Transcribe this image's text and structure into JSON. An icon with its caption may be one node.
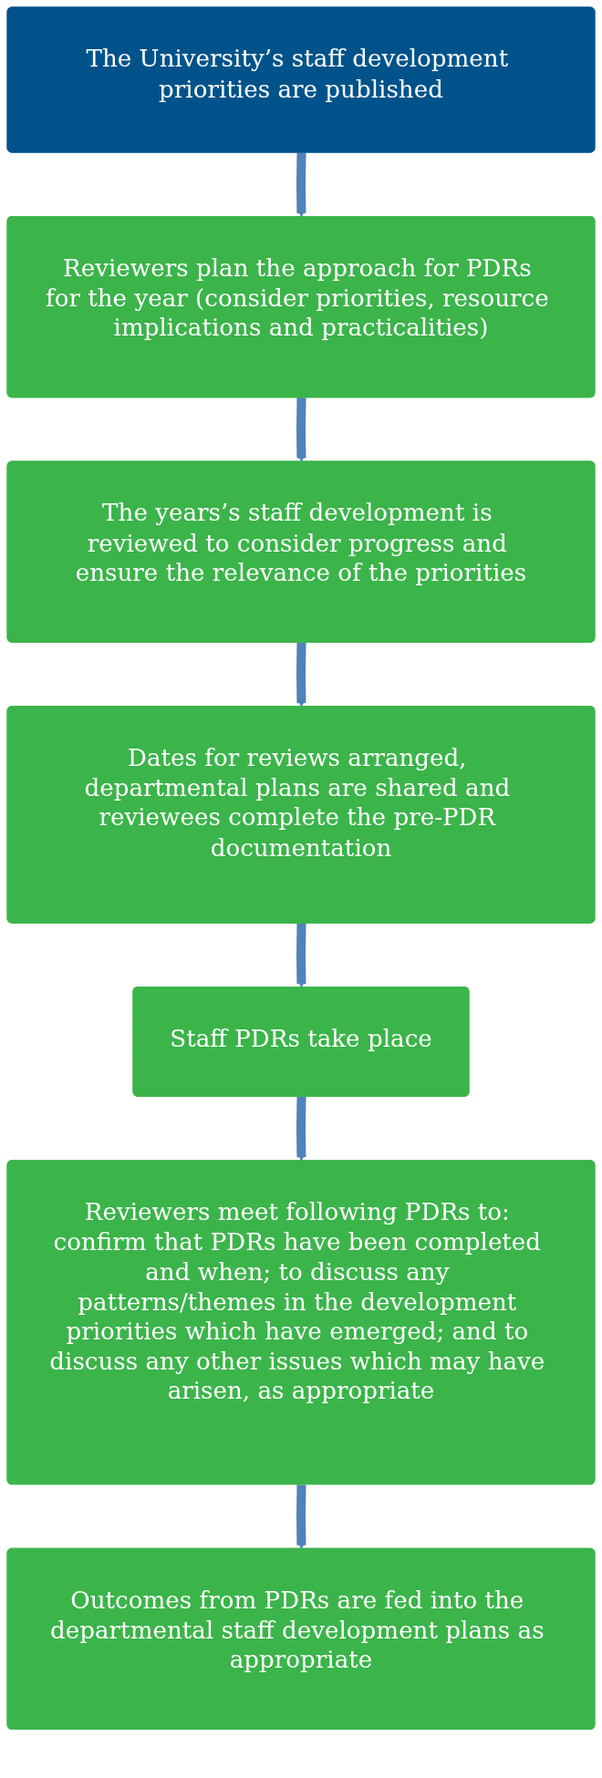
{
  "diagram": {
    "nodes": [
      {
        "text": [
          "The University’s staff development priorities are published"
        ]
      },
      {
        "text": [
          "Reviewers plan the approach for PDRs for the year (consider priorities, resource implications and practicalities)"
        ]
      },
      {
        "text": [
          "The years’s staff development is reviewed to consider progress and ensure the relevance of the priorities"
        ]
      },
      {
        "text": [
          "Dates for reviews arranged, departmental plans are shared and reviewees complete the pre-PDR documentation"
        ]
      },
      {
        "text": [
          "Staff PDRs take place"
        ]
      },
      {
        "text": [
          "Reviewers meet following PDRs to: confirm that PDRs have been completed and when; to discuss any patterns/themes in the development priorities which have emerged; and to discuss any other issues which may have arisen, as appropriate"
        ]
      },
      {
        "text": [
          "Outcomes from PDRs are fed into the departmental staff development plans as appropriate"
        ]
      }
    ],
    "edges": [
      {
        "from": 0,
        "to": 1,
        "arrow": "to"
      },
      {
        "from": 1,
        "to": 2,
        "arrow": "to"
      },
      {
        "from": 2,
        "to": 3,
        "arrow": "to"
      },
      {
        "from": 3,
        "to": 4,
        "arrow": "to"
      },
      {
        "from": 4,
        "to": 5,
        "arrow": "to"
      },
      {
        "from": 5,
        "to": 6,
        "arrow": "to"
      }
    ]
  }
}
